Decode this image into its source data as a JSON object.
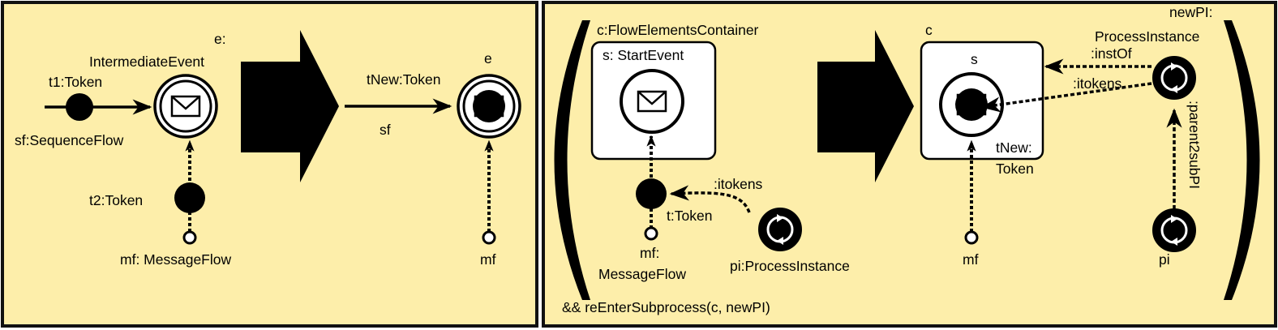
{
  "colors": {
    "panel_fill": "#fdeeaa",
    "panel_border": "#111111",
    "ink": "#000000",
    "box_fill": "#ffffff"
  },
  "left_panel": {
    "event_label_line1": "e:",
    "event_label_line2": "IntermediateEvent",
    "token1_label": "t1:Token",
    "seqflow_label": "sf:SequenceFlow",
    "token2_label": "t2:Token",
    "msgflow_label": "mf: MessageFlow",
    "new_token_label": "tNew:Token",
    "new_event_label": "e",
    "new_sf_label": "sf",
    "new_mf_label": "mf",
    "icons": [
      "envelope-icon",
      "envelope-filled-icon"
    ]
  },
  "right_panel": {
    "container_label": "c:FlowElementsContainer",
    "start_event_label": "s: StartEvent",
    "token_label": "t:Token",
    "itokens_label_left": ":itokens",
    "msgflow_label_line1": "mf:",
    "msgflow_label_line2": "MessageFlow",
    "process_instance_label": "pi:ProcessInstance",
    "condition": "&& reEnterSubprocess(c, newPI)",
    "result_container_label": "c",
    "result_start_label": "s",
    "new_pi_label_line1": "newPI:",
    "new_pi_label_line2": "ProcessInstance",
    "instof_label": ":instOf",
    "itokens_label_right": ":itokens",
    "tnew_label_line1": "tNew:",
    "tnew_label_line2": "Token",
    "parent2subpi_label": ":parent2subPI",
    "result_mf_label": "mf",
    "result_pi_label": "pi",
    "icons": [
      "envelope-icon",
      "envelope-filled-icon",
      "process-instance-icon"
    ]
  }
}
